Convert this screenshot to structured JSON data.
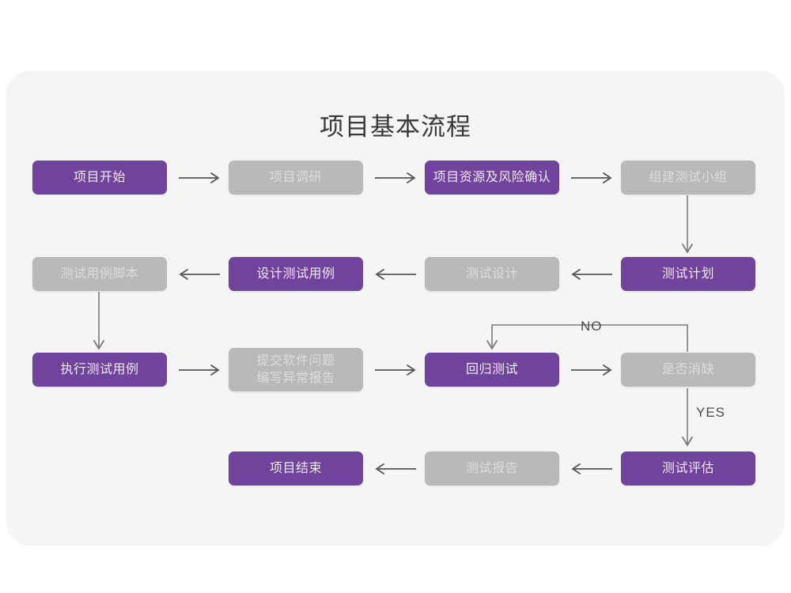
{
  "page": {
    "background": "#ffffff",
    "card_background": "#f5f5f5",
    "title": "项目基本流程"
  },
  "colors": {
    "active": "#70439c",
    "inactive": "#b9b9b9",
    "active_text": "#f0e9f6",
    "inactive_text": "#dcdcdc",
    "edge": "#555555"
  },
  "chart_data": {
    "type": "diagram",
    "title": "项目基本流程",
    "nodes": [
      {
        "id": "n1",
        "label": "项目开始",
        "state": "active",
        "row": 1,
        "col": 1
      },
      {
        "id": "n2",
        "label": "项目调研",
        "state": "inactive",
        "row": 1,
        "col": 2
      },
      {
        "id": "n3",
        "label": "项目资源及风险确认",
        "state": "active",
        "row": 1,
        "col": 3
      },
      {
        "id": "n4",
        "label": "组建测试小组",
        "state": "inactive",
        "row": 1,
        "col": 4
      },
      {
        "id": "n5",
        "label": "测试用例脚本",
        "state": "inactive",
        "row": 2,
        "col": 1
      },
      {
        "id": "n6",
        "label": "设计测试用例",
        "state": "active",
        "row": 2,
        "col": 2
      },
      {
        "id": "n7",
        "label": "测试设计",
        "state": "inactive",
        "row": 2,
        "col": 3
      },
      {
        "id": "n8",
        "label": "测试计划",
        "state": "active",
        "row": 2,
        "col": 4
      },
      {
        "id": "n9",
        "label": "执行测试用例",
        "state": "active",
        "row": 3,
        "col": 1
      },
      {
        "id": "n10",
        "label": "提交软件问题\n编写异常报告",
        "state": "inactive",
        "row": 3,
        "col": 2
      },
      {
        "id": "n11",
        "label": "回归测试",
        "state": "active",
        "row": 3,
        "col": 3
      },
      {
        "id": "n12",
        "label": "是否消缺",
        "state": "inactive",
        "row": 3,
        "col": 4
      },
      {
        "id": "n13",
        "label": "项目结束",
        "state": "active",
        "row": 4,
        "col": 2
      },
      {
        "id": "n14",
        "label": "测试报告",
        "state": "inactive",
        "row": 4,
        "col": 3
      },
      {
        "id": "n15",
        "label": "测试评估",
        "state": "active",
        "row": 4,
        "col": 4
      }
    ],
    "edges": [
      {
        "from": "n1",
        "to": "n2",
        "direction": "right",
        "label": ""
      },
      {
        "from": "n2",
        "to": "n3",
        "direction": "right",
        "label": ""
      },
      {
        "from": "n3",
        "to": "n4",
        "direction": "right",
        "label": ""
      },
      {
        "from": "n4",
        "to": "n8",
        "direction": "down",
        "label": ""
      },
      {
        "from": "n8",
        "to": "n7",
        "direction": "left",
        "label": ""
      },
      {
        "from": "n7",
        "to": "n6",
        "direction": "left",
        "label": ""
      },
      {
        "from": "n6",
        "to": "n5",
        "direction": "left",
        "label": ""
      },
      {
        "from": "n5",
        "to": "n9",
        "direction": "down",
        "label": ""
      },
      {
        "from": "n9",
        "to": "n10",
        "direction": "right",
        "label": ""
      },
      {
        "from": "n10",
        "to": "n11",
        "direction": "right",
        "label": ""
      },
      {
        "from": "n11",
        "to": "n12",
        "direction": "right",
        "label": ""
      },
      {
        "from": "n12",
        "to": "n11",
        "direction": "loop-up-left",
        "label": "NO"
      },
      {
        "from": "n12",
        "to": "n15",
        "direction": "down",
        "label": "YES"
      },
      {
        "from": "n15",
        "to": "n14",
        "direction": "left",
        "label": ""
      },
      {
        "from": "n14",
        "to": "n13",
        "direction": "left",
        "label": ""
      }
    ],
    "edge_labels": {
      "no": "NO",
      "yes": "YES"
    }
  }
}
